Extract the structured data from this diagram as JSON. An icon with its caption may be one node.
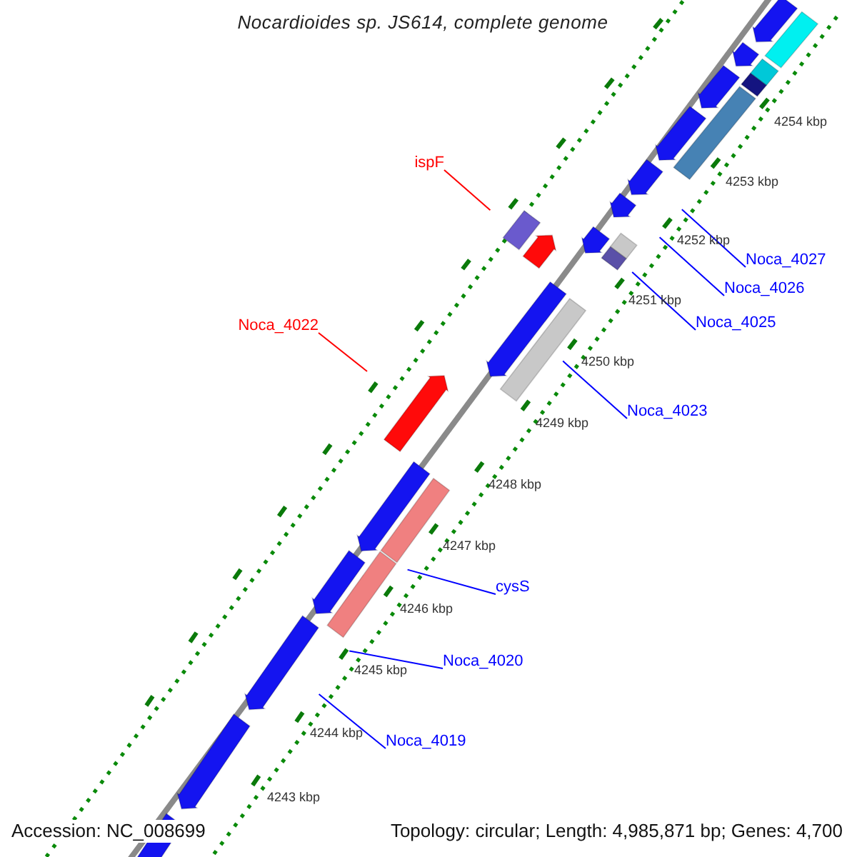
{
  "diagram": {
    "title": "Nocardioides sp. JS614, complete genome",
    "nodes": [
      {
        "text": [
          "ispF"
        ]
      },
      {
        "text": [
          "Noca_4027"
        ]
      },
      {
        "text": [
          "Noca_4026"
        ]
      },
      {
        "text": [
          "Noca_4025"
        ]
      },
      {
        "text": [
          "Noca_4022"
        ]
      },
      {
        "text": [
          "Noca_4023"
        ]
      },
      {
        "text": [
          "cysS"
        ]
      },
      {
        "text": [
          "Noca_4020"
        ]
      },
      {
        "text": [
          "Noca_4019"
        ]
      }
    ],
    "edges": [
      {
        "from": 0,
        "to": null,
        "arrow": "none",
        "color": "#ff0000"
      },
      {
        "from": 1,
        "to": null,
        "arrow": "none"
      },
      {
        "from": 2,
        "to": null,
        "arrow": "none"
      },
      {
        "from": 3,
        "to": null,
        "arrow": "none"
      },
      {
        "from": 4,
        "to": null,
        "arrow": "none",
        "color": "#ff0000"
      },
      {
        "from": 5,
        "to": null,
        "arrow": "none"
      },
      {
        "from": 6,
        "to": null,
        "arrow": "none"
      },
      {
        "from": 7,
        "to": null,
        "arrow": "none"
      },
      {
        "from": 8,
        "to": null,
        "arrow": "none"
      }
    ],
    "labels": [
      "4254 kbp",
      "4253 kbp",
      "4252 kbp",
      "4251 kbp",
      "4250 kbp",
      "4249 kbp",
      "4248 kbp",
      "4247 kbp",
      "4246 kbp",
      "4245 kbp",
      "4244 kbp",
      "4243 kbp",
      "Accession: NC_008699",
      "Topology: circular; Length: 4,985,871 bp; Genes: 4,700"
    ]
  }
}
